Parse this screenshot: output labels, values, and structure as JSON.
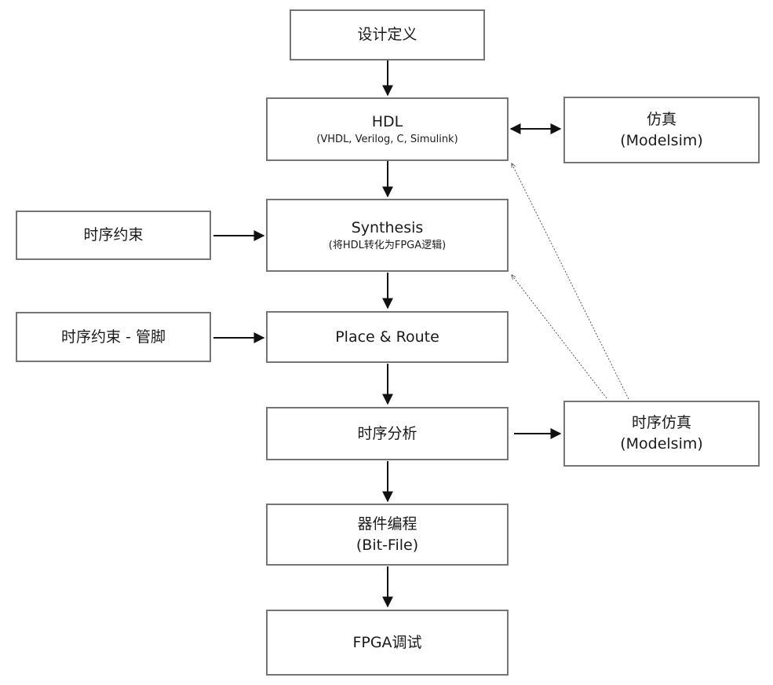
{
  "nodes": {
    "design_definition": {
      "label": "设计定义"
    },
    "hdl": {
      "label": "HDL",
      "sub": "(VHDL, Verilog, C, Simulink)"
    },
    "simulation": {
      "label": "仿真",
      "sub": "(Modelsim)"
    },
    "timing_constraints": {
      "label": "时序约束"
    },
    "synthesis": {
      "label": "Synthesis",
      "sub": "(将HDL转化为FPGA逻辑)"
    },
    "pin_constraints": {
      "label": "时序约束 - 管脚"
    },
    "place_route": {
      "label": "Place & Route"
    },
    "timing_analysis": {
      "label": "时序分析"
    },
    "timing_simulation": {
      "label": "时序仿真",
      "sub": "(Modelsim)"
    },
    "device_programming": {
      "label": "器件编程",
      "sub": "(Bit-File)"
    },
    "fpga_debug": {
      "label": "FPGA调试"
    }
  }
}
